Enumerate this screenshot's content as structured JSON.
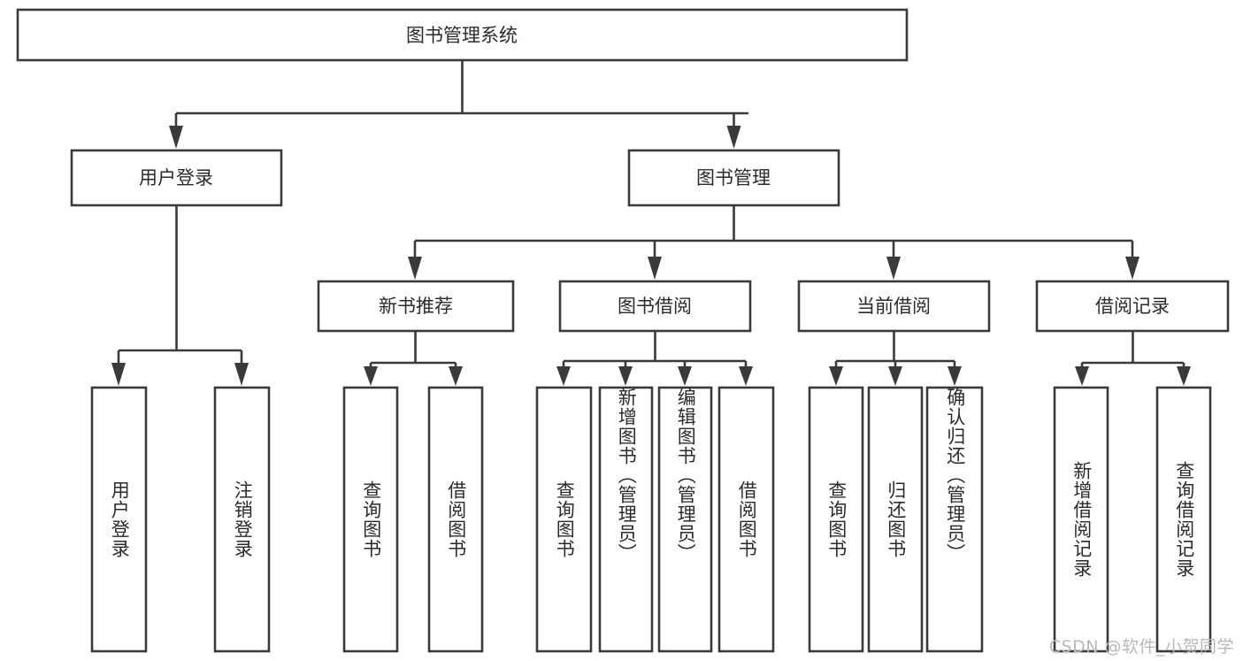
{
  "diagram": {
    "type": "tree",
    "title": "图书管理系统",
    "watermark": "CSDN @软件_小贺同学",
    "colors": {
      "stroke": "#3a3a3a",
      "fill": "#ffffff",
      "text": "#2b2b2b",
      "watermark": "#b9b9b9",
      "background": "#ffffff"
    },
    "nodes": {
      "root": "图书管理系统",
      "level2": {
        "user_login": "用户登录",
        "book_manage": "图书管理"
      },
      "level3": {
        "new_book_rec": "新书推荐",
        "book_borrow": "图书借阅",
        "current_borrow": "当前借阅",
        "borrow_record": "借阅记录"
      },
      "leaves": {
        "user_login_1": "用户登录",
        "user_login_2": "注销登录",
        "new_book_rec_1": "查询图书",
        "new_book_rec_2": "借阅图书",
        "book_borrow_1": "查询图书",
        "book_borrow_2": "新增图书（管理员）",
        "book_borrow_3": "编辑图书（管理员）",
        "book_borrow_4": "借阅图书",
        "current_borrow_1": "查询图书",
        "current_borrow_2": "归还图书",
        "current_borrow_3": "确认归还（管理员）",
        "borrow_record_1": "新增借阅记录",
        "borrow_record_2": "查询借阅记录"
      }
    },
    "edges": [
      {
        "from": "图书管理系统",
        "to": "用户登录"
      },
      {
        "from": "图书管理系统",
        "to": "图书管理"
      },
      {
        "from": "用户登录",
        "to": "用户登录"
      },
      {
        "from": "用户登录",
        "to": "注销登录"
      },
      {
        "from": "图书管理",
        "to": "新书推荐"
      },
      {
        "from": "图书管理",
        "to": "图书借阅"
      },
      {
        "from": "图书管理",
        "to": "当前借阅"
      },
      {
        "from": "图书管理",
        "to": "借阅记录"
      },
      {
        "from": "新书推荐",
        "to": "查询图书"
      },
      {
        "from": "新书推荐",
        "to": "借阅图书"
      },
      {
        "from": "图书借阅",
        "to": "查询图书"
      },
      {
        "from": "图书借阅",
        "to": "新增图书（管理员）"
      },
      {
        "from": "图书借阅",
        "to": "编辑图书（管理员）"
      },
      {
        "from": "图书借阅",
        "to": "借阅图书"
      },
      {
        "from": "当前借阅",
        "to": "查询图书"
      },
      {
        "from": "当前借阅",
        "to": "归还图书"
      },
      {
        "from": "当前借阅",
        "to": "确认归还（管理员）"
      },
      {
        "from": "借阅记录",
        "to": "新增借阅记录"
      },
      {
        "from": "借阅记录",
        "to": "查询借阅记录"
      }
    ]
  }
}
